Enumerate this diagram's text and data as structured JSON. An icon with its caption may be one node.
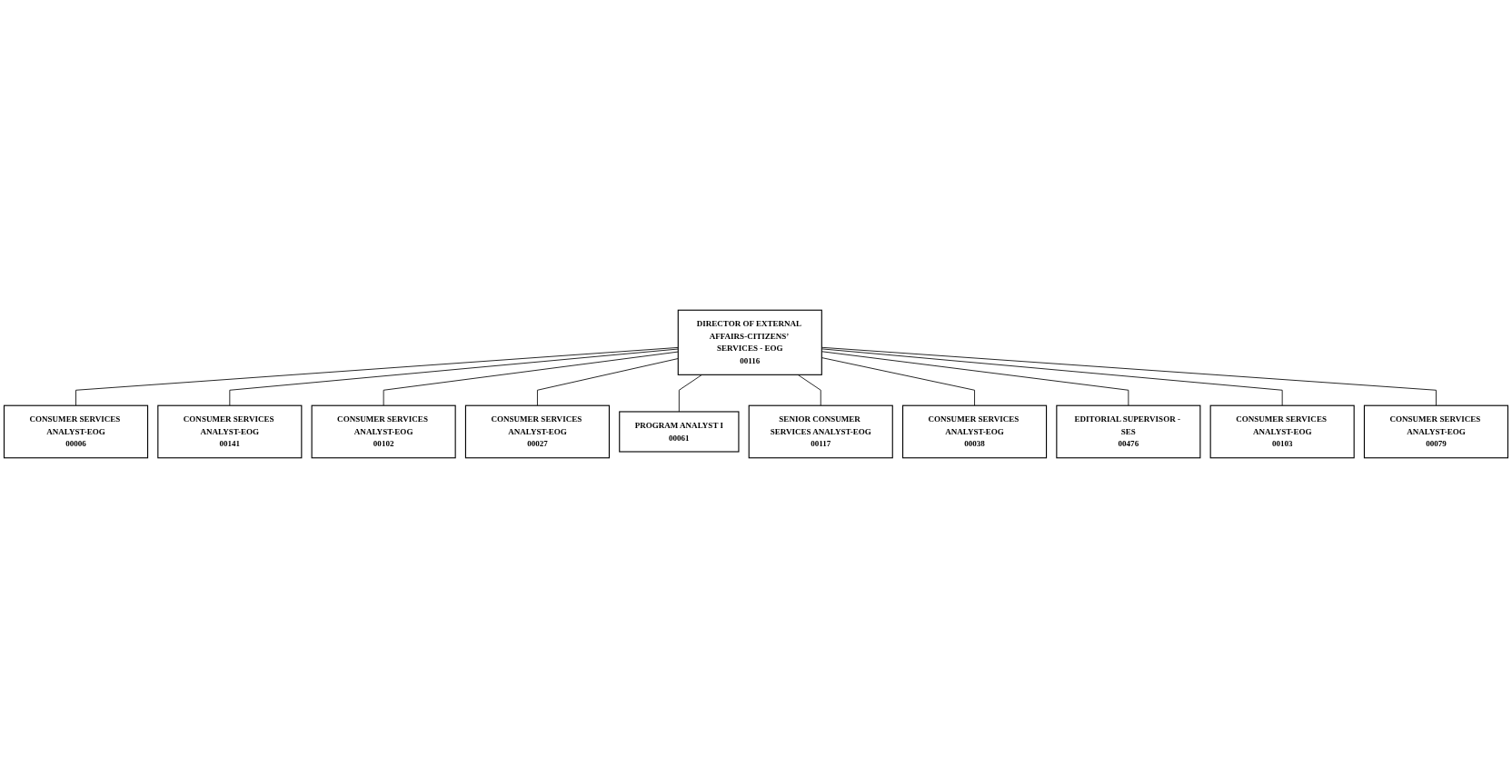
{
  "diagram": {
    "nodes": [
      {
        "text": [
          "DIRECTOR OF EXTERNAL AFFAIRS-CITIZENS’ SERVICES - EOG",
          "00116"
        ]
      },
      {
        "text": [
          "CONSUMER SERVICES ANALYST-EOG",
          "00006"
        ]
      },
      {
        "text": [
          "CONSUMER SERVICES ANALYST-EOG",
          "00141"
        ]
      },
      {
        "text": [
          "CONSUMER SERVICES ANALYST-EOG",
          "00102"
        ]
      },
      {
        "text": [
          "CONSUMER SERVICES ANALYST-EOG",
          "00027"
        ]
      },
      {
        "text": [
          "PROGRAM ANALYST I",
          "00061"
        ]
      },
      {
        "text": [
          "SENIOR CONSUMER SERVICES ANALYST-EOG",
          "00117"
        ]
      },
      {
        "text": [
          "CONSUMER SERVICES ANALYST-EOG",
          "00038"
        ]
      },
      {
        "text": [
          "EDITORIAL SUPERVISOR - SES",
          "00476"
        ]
      },
      {
        "text": [
          "CONSUMER SERVICES ANALYST-EOG",
          "00103"
        ]
      },
      {
        "text": [
          "CONSUMER SERVICES ANALYST-EOG",
          "00079"
        ]
      }
    ],
    "edges": [
      {
        "from": 0,
        "to": 1,
        "arrow": "none"
      },
      {
        "from": 0,
        "to": 2,
        "arrow": "none"
      },
      {
        "from": 0,
        "to": 3,
        "arrow": "none"
      },
      {
        "from": 0,
        "to": 4,
        "arrow": "none"
      },
      {
        "from": 0,
        "to": 5,
        "arrow": "none"
      },
      {
        "from": 0,
        "to": 6,
        "arrow": "none"
      },
      {
        "from": 0,
        "to": 7,
        "arrow": "none"
      },
      {
        "from": 0,
        "to": 8,
        "arrow": "none"
      },
      {
        "from": 0,
        "to": 9,
        "arrow": "none"
      },
      {
        "from": 0,
        "to": 10,
        "arrow": "none"
      }
    ]
  }
}
